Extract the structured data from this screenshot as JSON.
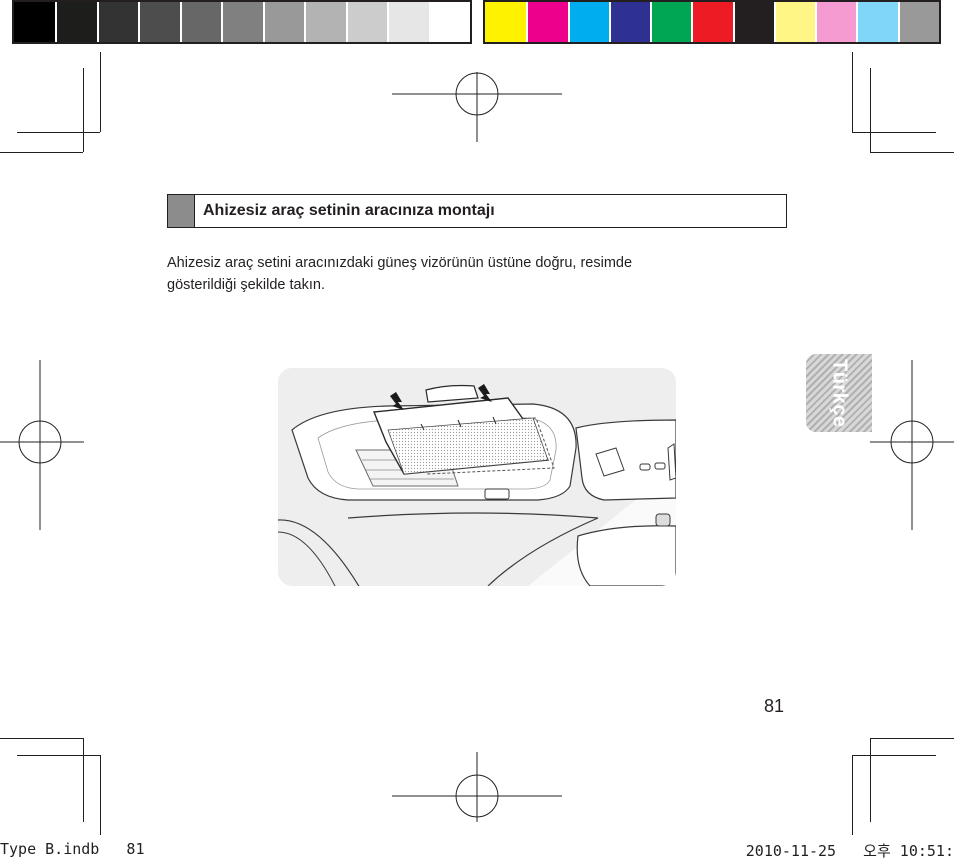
{
  "color_bar_gray": [
    "#000000",
    "#1d1d1b",
    "#333333",
    "#4d4d4d",
    "#676767",
    "#808080",
    "#999999",
    "#b3b3b3",
    "#cccccc",
    "#e6e6e6",
    "#ffffff"
  ],
  "color_bar_color": [
    "#fff200",
    "#ec008c",
    "#00aeef",
    "#2e3192",
    "#00a651",
    "#ed1c24",
    "#231f20",
    "#fff685",
    "#f69ad2",
    "#7fd6f7",
    "#999999"
  ],
  "section": {
    "title": "Ahizesiz araç setinin aracınıza montajı",
    "body_line1": "Ahizesiz araç setini aracınızdaki güneş vizörünün üstüne doğru, resimde",
    "body_line2": "gösterildiği şekilde takın."
  },
  "language_tab": "Türkçe",
  "page_number": "81",
  "slug": {
    "left": "Type B.indb   81",
    "right": "2010-11-25   오후 10:51:"
  }
}
